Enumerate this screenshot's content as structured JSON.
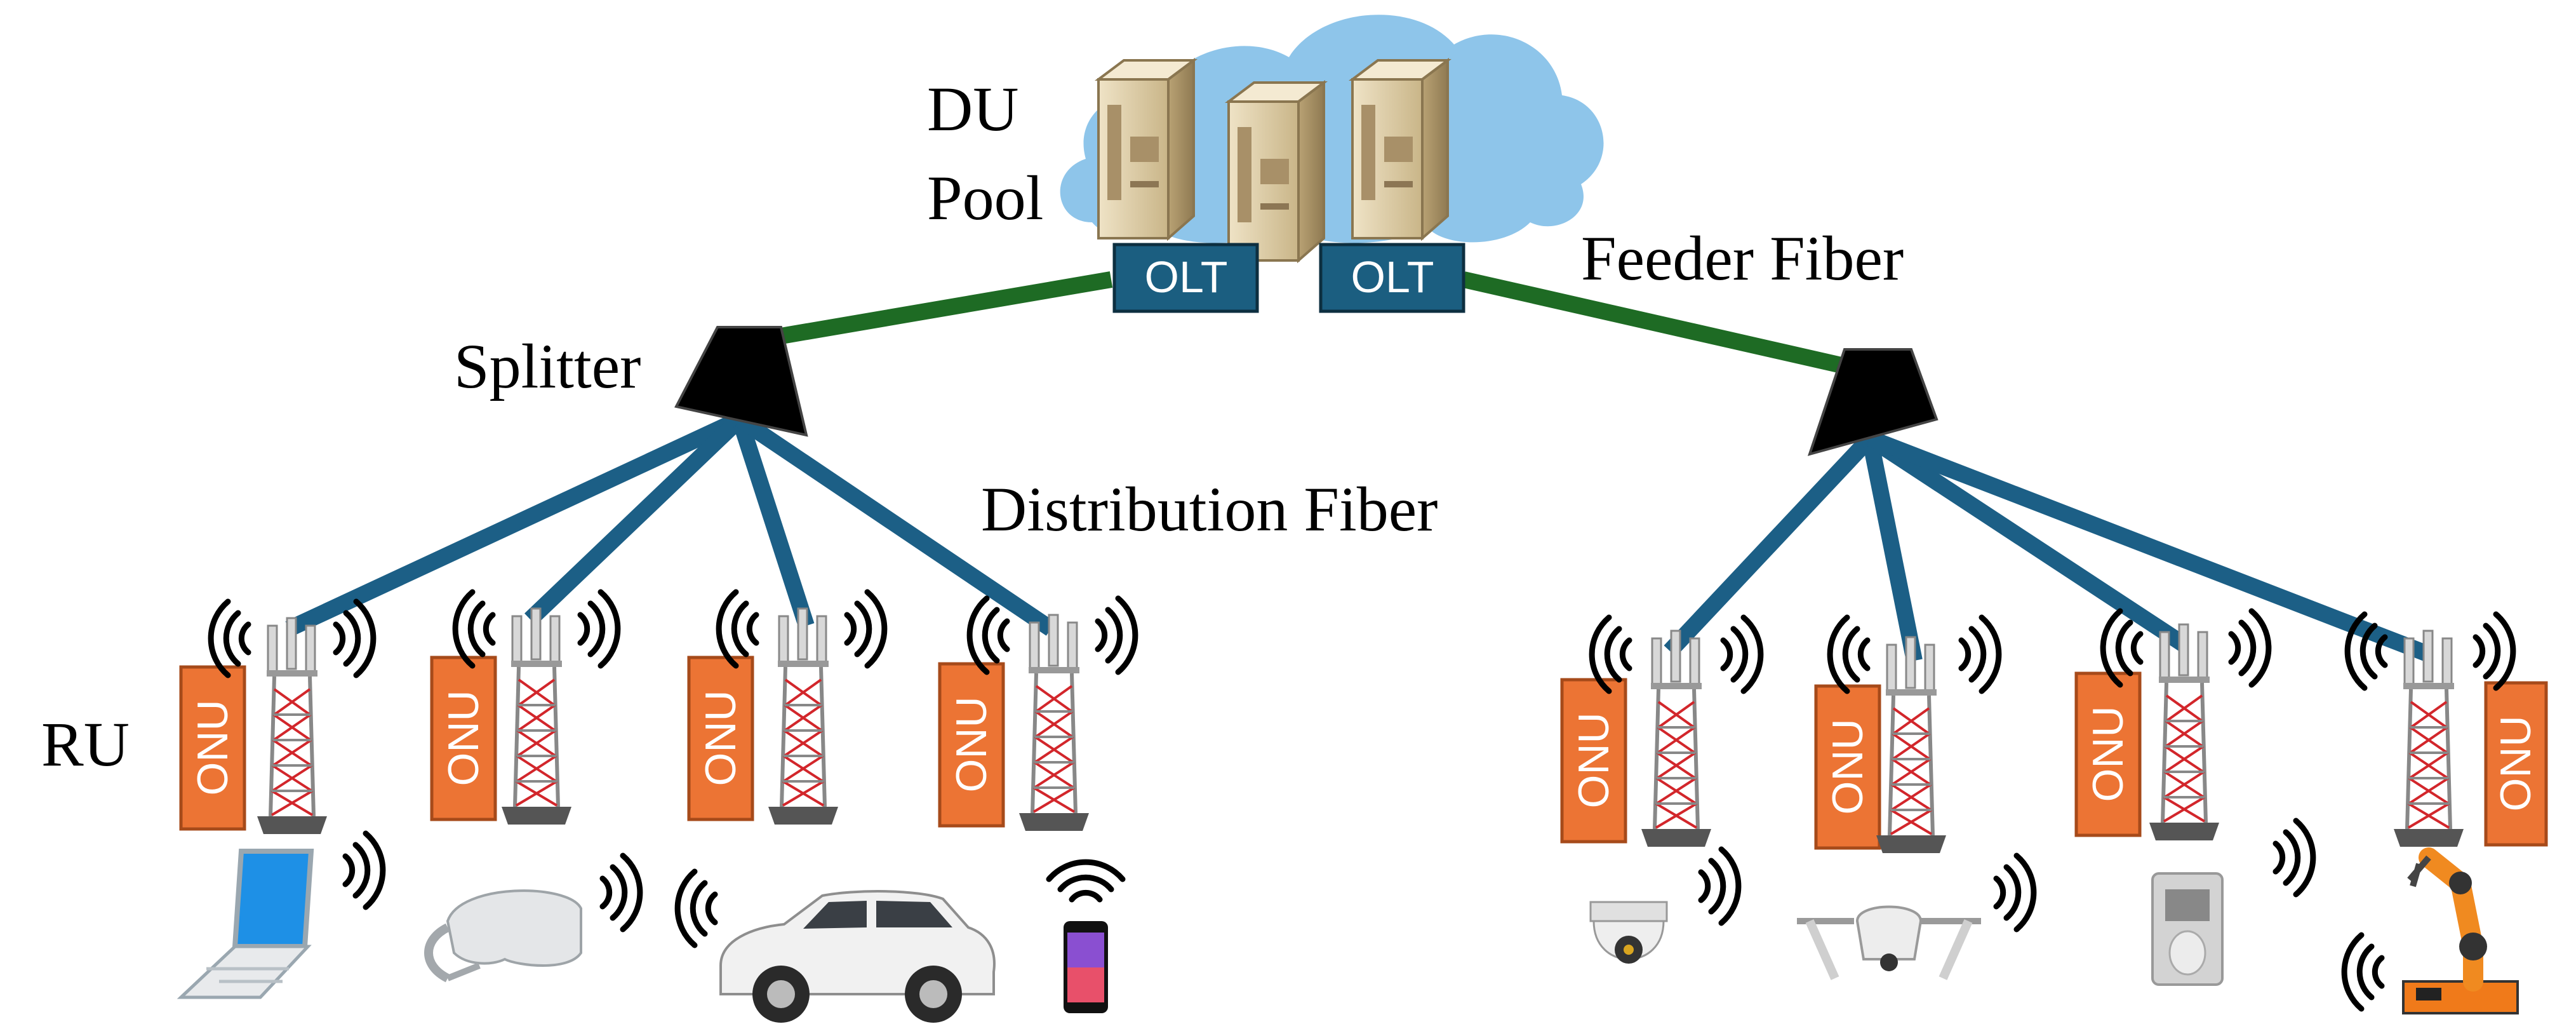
{
  "labels": {
    "du_pool_line1": "DU",
    "du_pool_line2": "Pool",
    "feeder_fiber": "Feeder Fiber",
    "splitter": "Splitter",
    "distribution_fiber": "Distribution Fiber",
    "ru": "RU"
  },
  "olts": [
    "OLT",
    "OLT"
  ],
  "onu_label": "ONU",
  "devices": {
    "left": [
      "laptop-icon",
      "vr-headset-icon",
      "car-icon",
      "smartphone-icon"
    ],
    "right": [
      "dome-camera-icon",
      "drone-icon",
      "motion-sensor-icon",
      "robot-arm-icon"
    ]
  },
  "colors": {
    "cloud": "#8ec5ea",
    "olt": "#1b5e80",
    "feeder_fiber": "#1e6b24",
    "distribution_fiber": "#1c5f86",
    "onu": "#ec7434",
    "splitter": "#000000"
  }
}
